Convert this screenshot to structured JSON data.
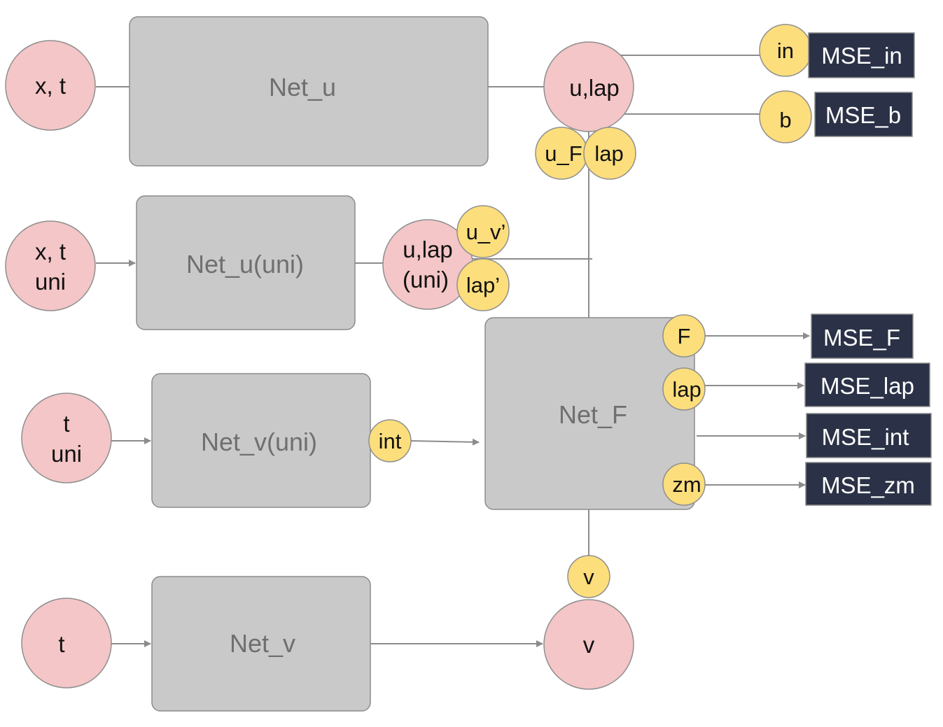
{
  "boxes": {
    "net_u": "Net_u",
    "net_u_uni": "Net_u(uni)",
    "net_v_uni": "Net_v(uni)",
    "net_v": "Net_v",
    "net_f": "Net_F"
  },
  "inputs": {
    "xt": "x, t",
    "xt_uni_line1": "x, t",
    "xt_uni_line2": "uni",
    "t_uni_line1": "t",
    "t_uni_line2": "uni",
    "t": "t"
  },
  "outputs": {
    "u_lap": "u,lap",
    "u_lap_uni_line1": "u,lap",
    "u_lap_uni_line2": "(uni)",
    "v": "v"
  },
  "tags": {
    "in": "in",
    "b": "b",
    "u_f": "u_F",
    "lap_top": "lap",
    "u_v_prime": "u_v’",
    "lap_prime": "lap’",
    "int": "int",
    "f": "F",
    "lap_mid": "lap",
    "zm": "zm",
    "v_small": "v"
  },
  "losses": {
    "mse_in": "MSE_in",
    "mse_b": "MSE_b",
    "mse_f": "MSE_F",
    "mse_lap": "MSE_lap",
    "mse_int": "MSE_int",
    "mse_zm": "MSE_zm"
  },
  "colors": {
    "box_fill": "#c9c9c9",
    "pink_node": "#f4c6c7",
    "yellow_tag": "#fcde7c",
    "mse_fill": "#2b3247",
    "connector": "#8c8c8c"
  }
}
